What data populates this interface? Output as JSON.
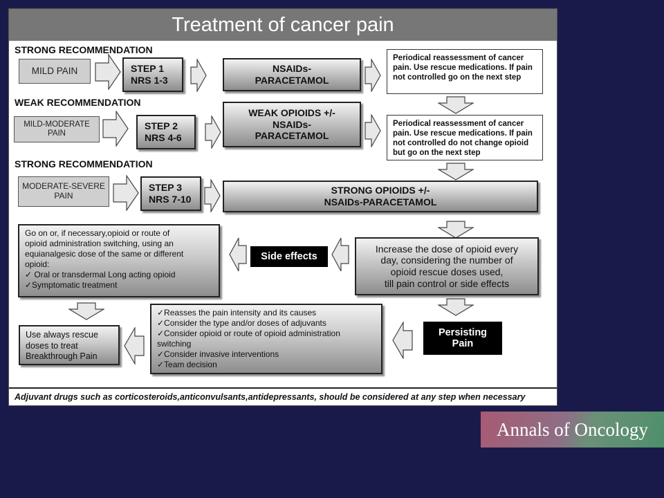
{
  "title": "Treatment of cancer pain",
  "headings": {
    "strong_1": "STRONG RECOMMENDATION",
    "weak": "WEAK RECOMMENDATION",
    "strong_2": "STRONG RECOMMENDATION"
  },
  "row1": {
    "pain": "MILD PAIN",
    "step_line1": "STEP 1",
    "step_line2": "NRS 1-3",
    "drug_line1": "NSAIDs-",
    "drug_line2": "PARACETAMOL",
    "note": "Periodical reassessment of cancer pain. Use rescue medications. If pain not controlled go on the next step"
  },
  "row2": {
    "pain_line1": "MILD-MODERATE",
    "pain_line2": "PAIN",
    "step_line1": "STEP 2",
    "step_line2": "NRS 4-6",
    "drug_line1": "WEAK OPIOIDS  +/-",
    "drug_line2": "NSAIDs-",
    "drug_line3": "PARACETAMOL",
    "note": "Periodical reassessment of cancer pain. Use rescue medications. If pain not controlled do not change opioid but go on the next step"
  },
  "row3": {
    "pain_line1": "MODERATE-SEVERE",
    "pain_line2": "PAIN",
    "step_line1": "STEP 3",
    "step_line2": "NRS 7-10",
    "drug_line1": "STRONG OPIOIDS  +/-",
    "drug_line2": "NSAIDs-PARACETAMOL"
  },
  "increase_dose": {
    "line1": "Increase the dose of opioid every",
    "line2": "day,  considering the number of",
    "line3": "opioid rescue doses used,",
    "line4": "till pain control or side effects"
  },
  "side_effects": "Side effects",
  "switching": {
    "line1": "Go on or, if necessary,opioid  or route of",
    "line2": "opioid administration switching, using an",
    "line3": "equianalgesic dose of the same or different",
    "line4": "opioid:",
    "line5": "✓ Oral or transdermal Long acting opioid",
    "line6": "✓Symptomatic treatment"
  },
  "persisting": {
    "line1": "Persisting",
    "line2": "Pain"
  },
  "reassess": {
    "line1": "✓Reasses the pain intensity and  its causes",
    "line2": "✓Consider the type and/or  doses of adjuvants",
    "line3": "✓Consider opioid or route of opioid administration",
    "line4": "switching",
    "line5": "✓Consider invasive interventions",
    "line6": "✓Team decision"
  },
  "rescue": {
    "line1": "Use always rescue",
    "line2": "doses to treat",
    "line3": "Breakthrough Pain"
  },
  "footer": "Adjuvant drugs such as corticosteroids,anticonvulsants,antidepressants, should be considered at any step when necessary",
  "logo": "Annals of Oncology",
  "icons": [
    "arrow-right-icon",
    "arrow-left-icon",
    "arrow-down-icon"
  ],
  "colors": {
    "background": "#1a1a4a",
    "title_bar": "#777777",
    "box_gradient_top": "#f2f2f2",
    "box_gradient_bottom": "#8d8d8d",
    "black_box": "#000000"
  }
}
